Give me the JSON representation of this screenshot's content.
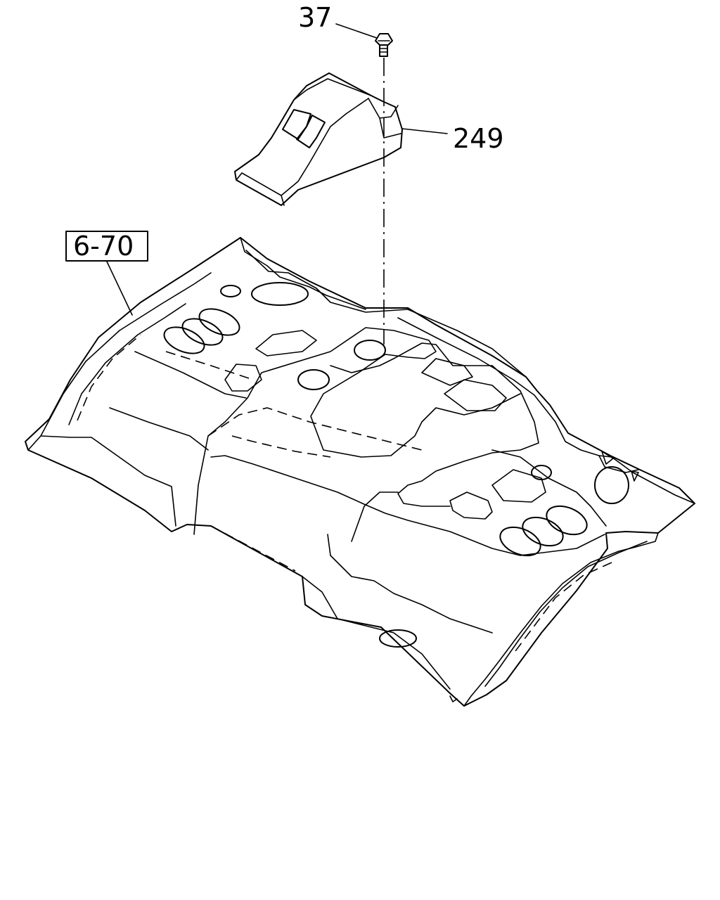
{
  "callouts": {
    "bolt": "37",
    "cover": "249",
    "floor_ref": "6-70"
  },
  "colors": {
    "line": "#000000",
    "background": "#ffffff"
  }
}
